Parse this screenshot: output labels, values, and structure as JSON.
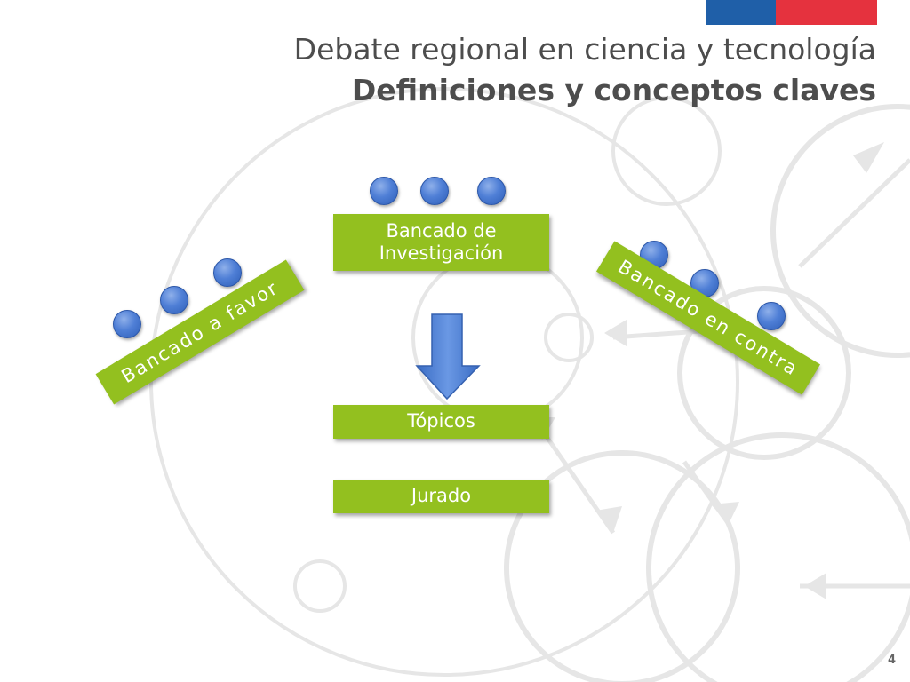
{
  "colors": {
    "green": "#93c01f",
    "flag_blue": "#1f5fa8",
    "flag_red": "#e5323e",
    "arrow_blue": "#4f81d4",
    "title_gray": "#4d4d4d"
  },
  "header": {
    "title_line1": "Debate regional en ciencia y tecnología",
    "title_line2": "Definiciones y conceptos claves"
  },
  "diagram": {
    "investigacion_label": "Bancado de Investigación",
    "favor_label": "Bancado a favor",
    "contra_label": "Bancado en contra",
    "topicos_label": "Tópicos",
    "jurado_label": "Jurado"
  },
  "footer": {
    "page_number": "4"
  }
}
